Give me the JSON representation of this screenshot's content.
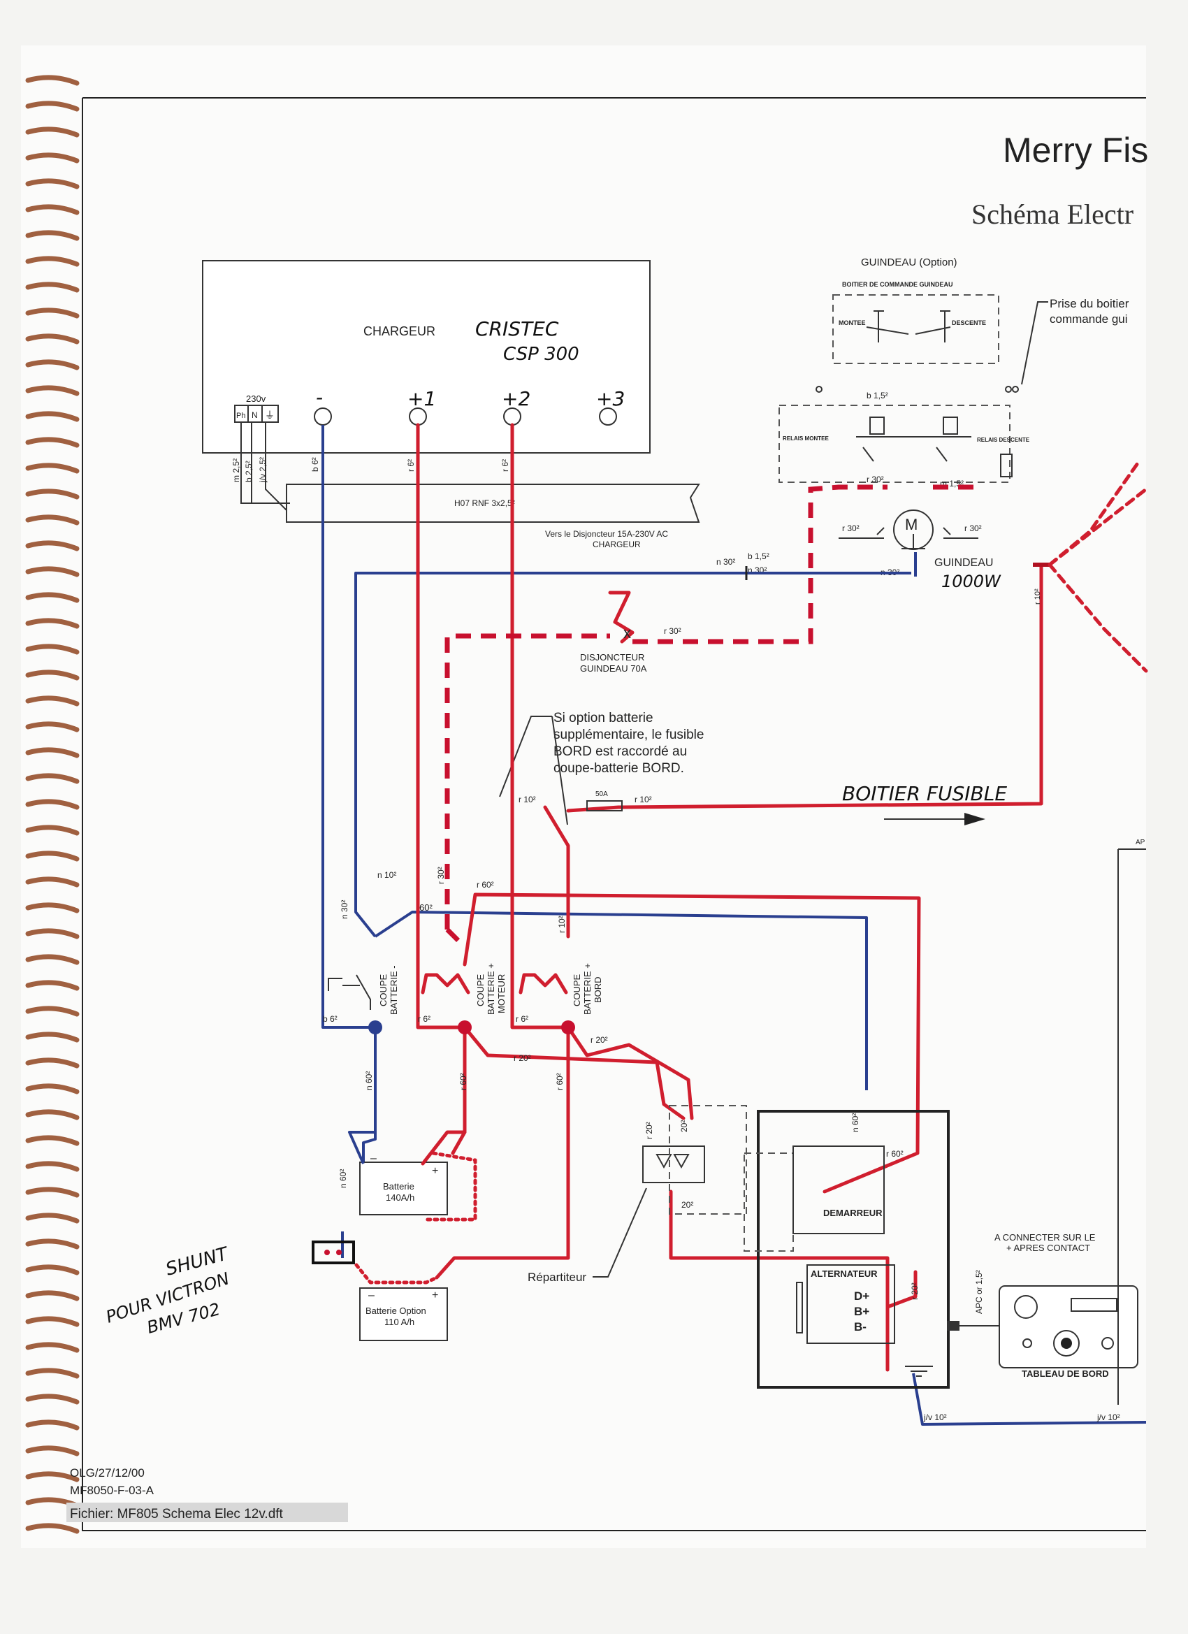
{
  "header": {
    "title": "Merry Fis",
    "subtitle": "Schéma Electr"
  },
  "charger": {
    "label": "CHARGEUR",
    "handwritten_1": "CRISTEC",
    "handwritten_2": "CSP 300",
    "voltage": "230v",
    "terminals": [
      "-",
      "+1",
      "+2",
      "+3"
    ],
    "ac_pins": [
      "Ph",
      "N"
    ],
    "cable": "H07 RNF 3x2,5²",
    "cable_note_1": "Vers le Disjoncteur 15A-230V AC",
    "cable_note_2": "CHARGEUR",
    "wires": [
      "m 2,5²",
      "b 2,5²",
      "j/v 2,5²",
      "b 6²",
      "r 6²",
      "r 6²"
    ]
  },
  "windlass": {
    "title": "GUINDEAU (Option)",
    "control_box": "BOITIER DE COMMANDE GUINDEAU",
    "up": "MONTEE",
    "down": "DESCENTE",
    "note_1": "Prise du boitier",
    "note_2": "commande gui",
    "relay_up": "RELAIS MONTEE",
    "relay_down": "RELAIS DESCENTE",
    "motor": "M",
    "label": "GUINDEAU",
    "handwritten_power": "1000W",
    "wires": [
      "b 1,5²",
      "r 30²",
      "m 1,5²",
      "r 30²",
      "r 30²",
      "n 30²",
      "b 1,5²",
      "n 30²",
      "n 30²"
    ]
  },
  "breaker": {
    "label_1": "DISJONCTEUR",
    "label_2": "GUINDEAU 70A",
    "wire": "r 30²"
  },
  "note": {
    "line_1": "Si option batterie",
    "line_2": "supplémentaire, le fusible",
    "line_3": "BORD est raccordé au",
    "line_4": "coupe-batterie BORD."
  },
  "fuse": {
    "rating": "50A",
    "wire_left": "r 10²",
    "wire_right": "r 10²"
  },
  "fuse_box_handwritten": "BOITIER FUSIBLE",
  "switches": [
    {
      "l1": "COUPE",
      "l2": "BATTERIE -"
    },
    {
      "l1": "COUPE",
      "l2": "BATTERIE +",
      "l3": "MOTEUR"
    },
    {
      "l1": "COUPE",
      "l2": "BATTERIE +",
      "l3": "BORD"
    }
  ],
  "wire_labels": {
    "n10": "n 10²",
    "n30": "n 30²",
    "n60_top": "60²",
    "r30": "r 30²",
    "r60": "r 60²",
    "r10": "r 10²",
    "b6": "b 6²",
    "r6a": "r 6²",
    "r6b": "r 6²",
    "r20a": "r 20²",
    "r20b": "r 20²",
    "n60a": "n 60²",
    "r60a": "r 60²",
    "r60b": "r 60²",
    "n60b": "n 60²",
    "r20c": "r 20²",
    "r20d": "20²",
    "r20e": "20²",
    "n60c": "n 60²",
    "r60c": "r 60²",
    "r20f": "r 20²",
    "r10b": "r 10²",
    "apc": "APC or 1,5²",
    "jv10a": "j/v 10²",
    "jv10b": "j/v 10²"
  },
  "battery_1": {
    "name": "Batterie",
    "capacity": "140A/h"
  },
  "battery_2": {
    "name": "Batterie Option",
    "capacity": "110 A/h"
  },
  "shunt_handwritten": [
    "SHUNT",
    "POUR VICTRON",
    "BMV 702"
  ],
  "distributor": "Répartiteur",
  "starter": "DEMARREUR",
  "alternator": {
    "name": "ALTERNATEUR",
    "terminals": [
      "D+",
      "B+",
      "B-"
    ]
  },
  "dashboard": {
    "note_1": "A CONNECTER SUR LE",
    "note_2": "+ APRES CONTACT",
    "label": "TABLEAU DE BORD"
  },
  "footer": {
    "date": "OLG/27/12/00",
    "ref": "MF8050-F-03-A",
    "file": "Fichier: MF805 Schema Elec 12v.dft"
  },
  "edge_label": "AP"
}
